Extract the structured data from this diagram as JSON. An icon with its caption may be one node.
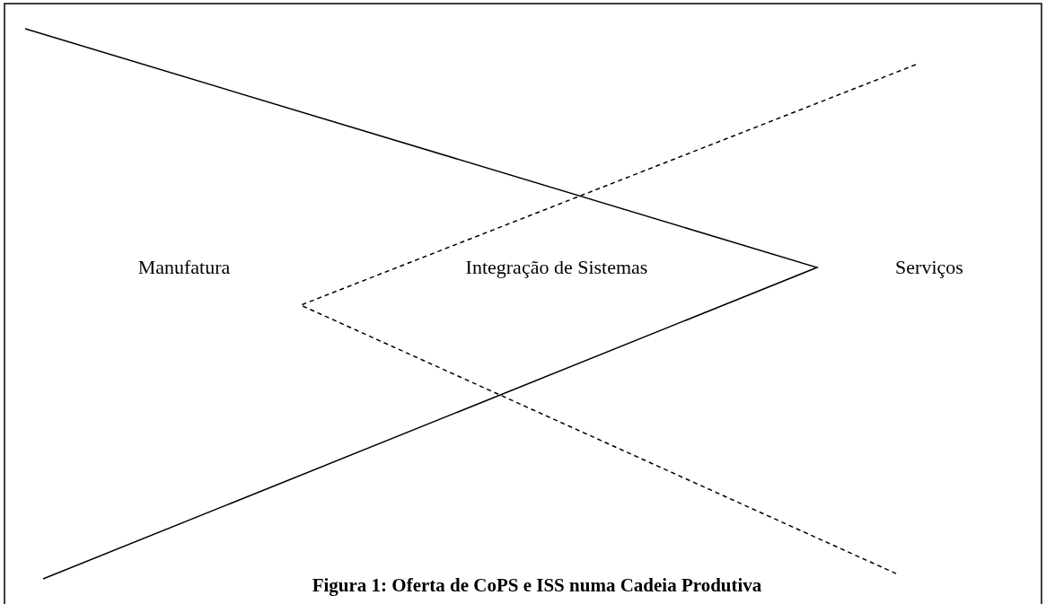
{
  "diagram": {
    "caption": "Figura 1: Oferta de CoPS e ISS numa Cadeia Produtiva",
    "labels": [
      "Manufatura",
      "Integração de Sistemas",
      "Serviços"
    ]
  }
}
